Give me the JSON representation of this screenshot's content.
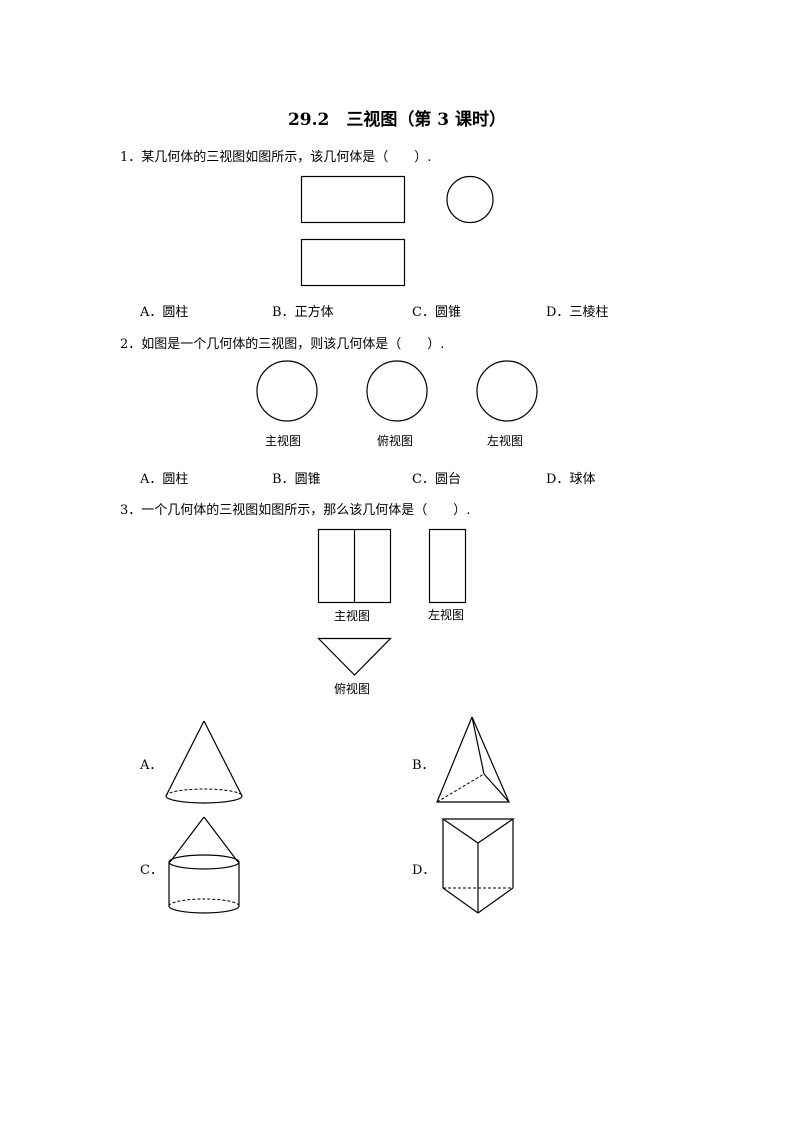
{
  "document": {
    "title": "29.2　三视图（第 3 课时）"
  },
  "q1": {
    "stem": "1．某几何体的三视图如图所示，该几何体是（　　）.",
    "options": [
      {
        "letter": "A．",
        "text": "圆柱"
      },
      {
        "letter": "B．",
        "text": "正方体"
      },
      {
        "letter": "C．",
        "text": "圆锥"
      },
      {
        "letter": "D．",
        "text": "三棱柱"
      }
    ]
  },
  "q2": {
    "stem": "2．如图是一个几何体的三视图，则该几何体是（　　）.",
    "view_labels": [
      "主视图",
      "俯视图",
      "左视图"
    ],
    "options": [
      {
        "letter": "A．",
        "text": "圆柱"
      },
      {
        "letter": "B．",
        "text": "圆锥"
      },
      {
        "letter": "C．",
        "text": "圆台"
      },
      {
        "letter": "D．",
        "text": "球体"
      }
    ]
  },
  "q3": {
    "stem": "3．一个几何体的三视图如图所示，那么该几何体是（　　）.",
    "view_labels": {
      "front": "主视图",
      "left": "左视图",
      "top": "俯视图"
    },
    "option_letters": [
      "A．",
      "B．",
      "C．",
      "D．"
    ]
  }
}
